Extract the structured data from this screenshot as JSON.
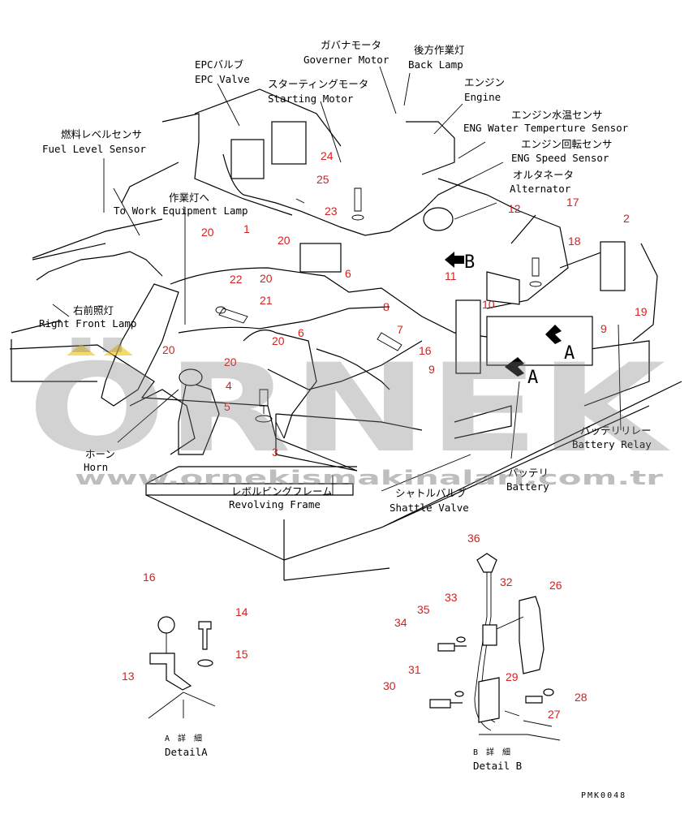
{
  "labels": {
    "fuel_level_jp": "燃料レベルセンサ",
    "fuel_level_en": "Fuel Level Sensor",
    "epc_valve_jp": "EPCバルブ",
    "epc_valve_en": "EPC Valve",
    "starting_motor_jp": "スターティングモータ",
    "starting_motor_en": "Starting Motor",
    "governor_motor_jp": "ガバナモータ",
    "governor_motor_en": "Governer Motor",
    "back_lamp_jp": "後方作業灯",
    "back_lamp_en": "Back Lamp",
    "engine_jp": "エンジン",
    "engine_en": "Engine",
    "eng_water_jp": "エンジン水温センサ",
    "eng_water_en": "ENG Water Temperture Sensor",
    "eng_speed_jp": "エンジン回転センサ",
    "eng_speed_en": "ENG Speed Sensor",
    "alternator_jp": "オルタネータ",
    "alternator_en": "Alternator",
    "work_lamp_jp": "作業灯へ",
    "work_lamp_en": "To Work Equipment Lamp",
    "right_front_jp": "右前照灯",
    "right_front_en": "Right Front Lamp",
    "horn_jp": "ホーン",
    "horn_en": "Horn",
    "revolving_jp": "レボルビングフレーム",
    "revolving_en": "Revolving Frame",
    "shuttle_jp": "シャトルバルブ",
    "shuttle_en": "Shattle Valve",
    "battery_jp": "バッテリ",
    "battery_en": "Battery",
    "battery_relay_jp": "バッテリリレー",
    "battery_relay_en": "Battery Relay",
    "detail_a_jp": "A 詳 細",
    "detail_a_en": "DetailA",
    "detail_b_jp": "B 詳 細",
    "detail_b_en": "Detail B",
    "marker_a": "A",
    "marker_b": "B",
    "drawing_code": "PMK0048"
  },
  "part_numbers": [
    "1",
    "2",
    "3",
    "4",
    "5",
    "6",
    "6",
    "7",
    "8",
    "9",
    "9",
    "10",
    "11",
    "12",
    "13",
    "14",
    "15",
    "16",
    "16",
    "17",
    "18",
    "19",
    "20",
    "20",
    "20",
    "20",
    "20",
    "20",
    "21",
    "22",
    "23",
    "24",
    "25",
    "26",
    "27",
    "28",
    "29",
    "30",
    "31",
    "32",
    "33",
    "34",
    "35",
    "36"
  ],
  "watermark": {
    "brand": "ÖRNEK",
    "url": "www.ornekismakinalari.com.tr"
  },
  "colors": {
    "callout_numbers": "#d62020",
    "watermark_gray": "#7f7f7f",
    "watermark_accent": "#f2c200",
    "lines": "#000000",
    "background": "#ffffff"
  }
}
